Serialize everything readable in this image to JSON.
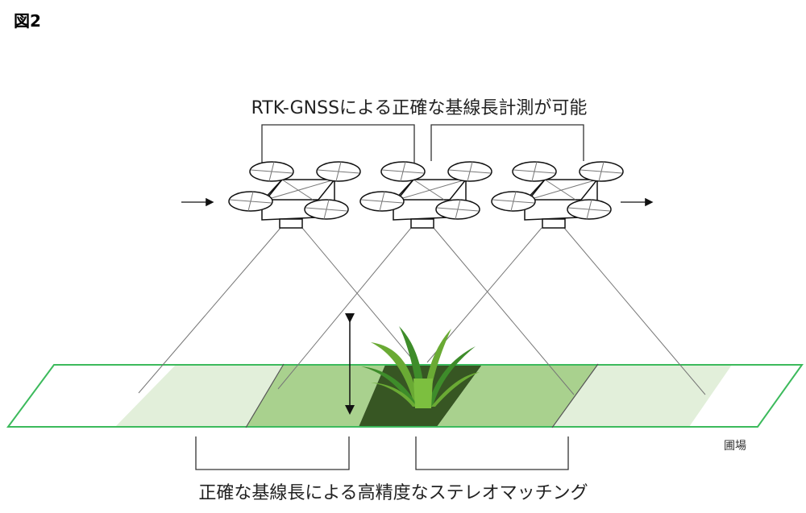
{
  "figure": {
    "title": "図2",
    "top_caption": "RTK-GNSSによる正確な基線長計測が可能",
    "bottom_caption": "正確な基線長による高精度なステレオマッチング",
    "field_label": "圃場"
  },
  "drones": [
    {
      "name": "drone-position-1"
    },
    {
      "name": "drone-position-2"
    },
    {
      "name": "drone-position-3"
    }
  ],
  "icons": {
    "flight_direction_in": "arrow-right-icon",
    "flight_direction_out": "arrow-right-icon",
    "height_measure": "double-arrow-vertical-icon",
    "crop": "plant-icon"
  },
  "colors": {
    "field_border": "#3cba5c",
    "light_overlap": "#e2efda",
    "medium_overlap": "#a9d18e",
    "dark_overlap": "#375623",
    "plant_light": "#6aaa34",
    "plant_dark": "#3e8c2a",
    "line": "#333333",
    "sight_line": "#777777"
  }
}
